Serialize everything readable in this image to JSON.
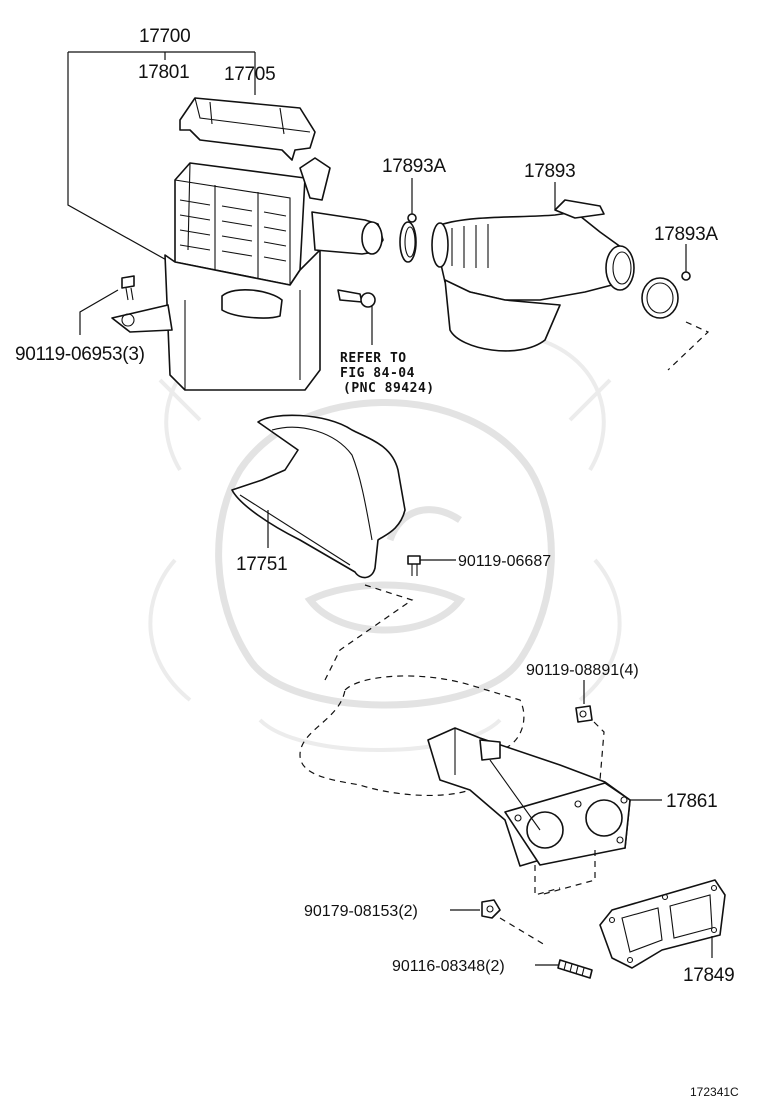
{
  "diagram": {
    "parts": {
      "air_cleaner_assy": "17700",
      "air_cleaner_element": "17801",
      "air_cleaner_cap": "17705",
      "hose_clamp_left": "17893A",
      "intake_hose": "17893",
      "hose_clamp_right": "17893A",
      "bolt_case": "90119-06953(3)",
      "refer_to_line1": "REFER TO",
      "refer_to_line2": "FIG 84-04",
      "refer_to_line3": "(PNC 89424)",
      "air_duct": "17751",
      "bolt_duct": "90119-06687",
      "bolt_manifold": "90119-08891(4)",
      "intake_manifold": "17861",
      "nut": "90179-08153(2)",
      "stud": "90116-08348(2)",
      "gasket": "17849"
    },
    "figure_number": "172341C"
  }
}
